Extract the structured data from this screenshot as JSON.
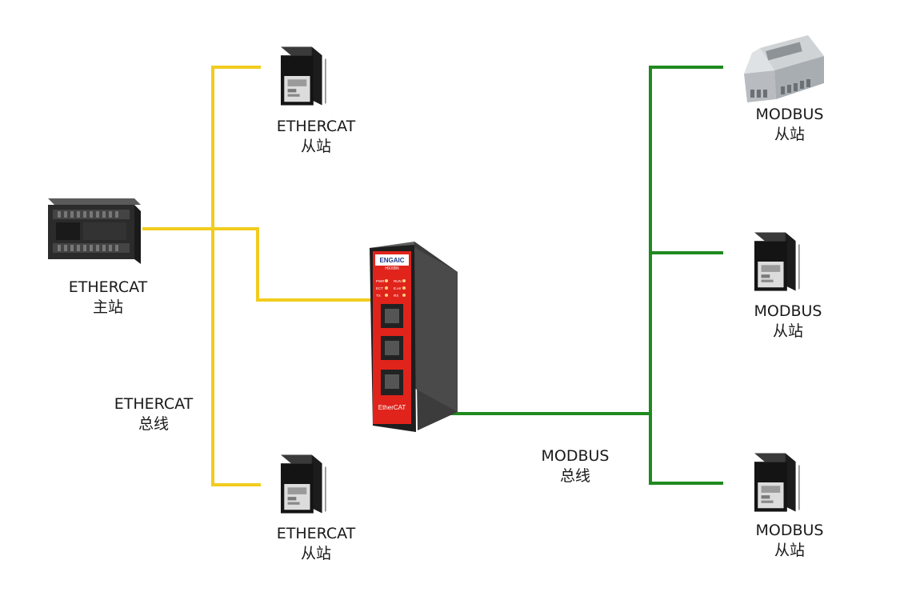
{
  "colors": {
    "ethercat_bus": "#f2cc1e",
    "modbus_bus": "#1f8a1f",
    "gateway_body": "#4a4a4a",
    "gateway_face": "#e0231b"
  },
  "master": {
    "line1": "ETHERCAT",
    "line2": "主站",
    "icon": "plc-controller-icon"
  },
  "ethercat_slave_top": {
    "line1": "ETHERCAT",
    "line2": "从站",
    "icon": "servo-drive-icon"
  },
  "ethercat_slave_bottom": {
    "line1": "ETHERCAT",
    "line2": "从站",
    "icon": "servo-drive-icon"
  },
  "ethercat_bus": {
    "line1": "ETHERCAT",
    "line2": "总线"
  },
  "modbus_bus": {
    "line1": "MODBUS",
    "line2": "总线"
  },
  "modbus_slave_top": {
    "line1": "MODBUS",
    "line2": "从站",
    "icon": "io-module-icon"
  },
  "modbus_slave_middle": {
    "line1": "MODBUS",
    "line2": "从站",
    "icon": "servo-drive-icon"
  },
  "modbus_slave_bottom": {
    "line1": "MODBUS",
    "line2": "从站",
    "icon": "servo-drive-icon"
  },
  "gateway": {
    "brand": "ENGAIC",
    "sub_brand": "HXXBN",
    "product_label": "EtherCAT",
    "leds": [
      "PWR",
      "RUN",
      "ECT",
      "E.err",
      "TX",
      "RX"
    ],
    "icon": "gateway-device-icon"
  }
}
